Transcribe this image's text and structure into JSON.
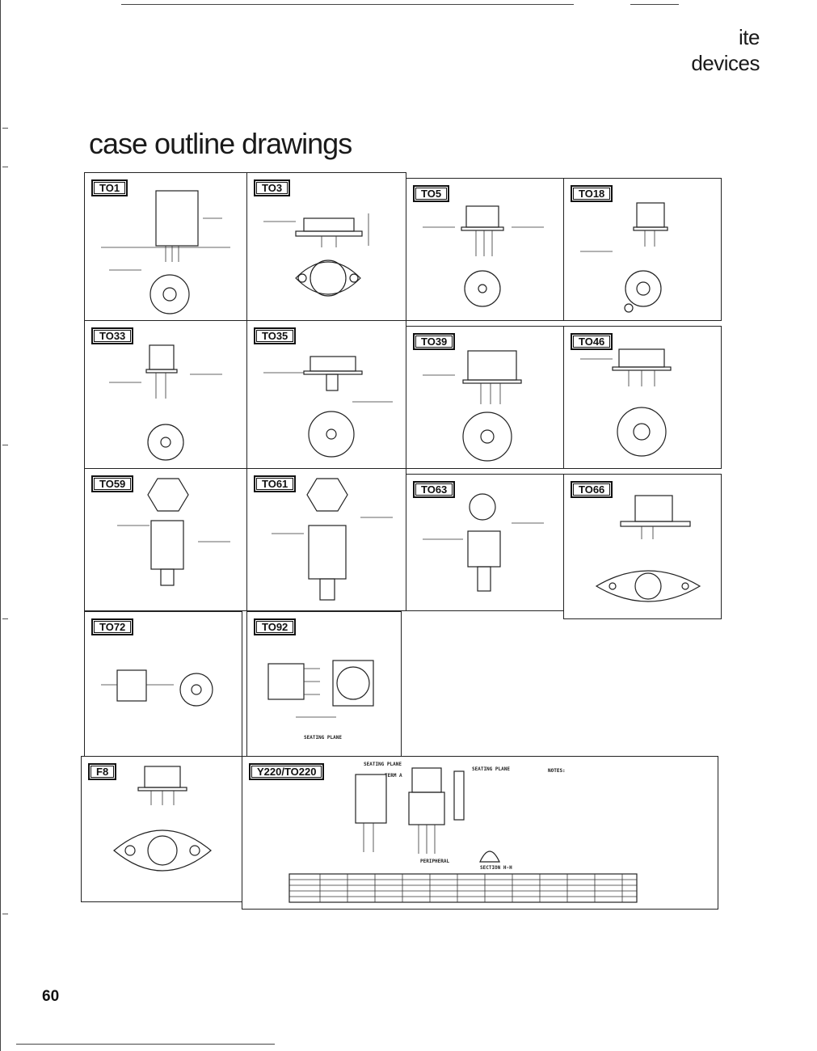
{
  "header": {
    "line1": "ite",
    "line2": "devices"
  },
  "title": "case outline drawings",
  "page_number": "60",
  "cases": [
    {
      "id": "to1",
      "label": "TO1"
    },
    {
      "id": "to3",
      "label": "TO3"
    },
    {
      "id": "to5",
      "label": "TO5"
    },
    {
      "id": "to18",
      "label": "TO18"
    },
    {
      "id": "to33",
      "label": "TO33"
    },
    {
      "id": "to35",
      "label": "TO35"
    },
    {
      "id": "to39",
      "label": "TO39"
    },
    {
      "id": "to46",
      "label": "TO46"
    },
    {
      "id": "to59",
      "label": "TO59"
    },
    {
      "id": "to61",
      "label": "TO61"
    },
    {
      "id": "to63",
      "label": "TO63"
    },
    {
      "id": "to66",
      "label": "TO66"
    },
    {
      "id": "to72",
      "label": "TO72"
    },
    {
      "id": "to92",
      "label": "TO92"
    },
    {
      "id": "f8",
      "label": "F8"
    },
    {
      "id": "y220",
      "label": "Y220/TO220"
    }
  ],
  "annotations": {
    "seating_plane": "SEATING PLANE",
    "notes_title": "NOTES:",
    "term_a": "TERM A",
    "section": "SECTION H-H",
    "peripheral": "PERIPHERAL"
  }
}
